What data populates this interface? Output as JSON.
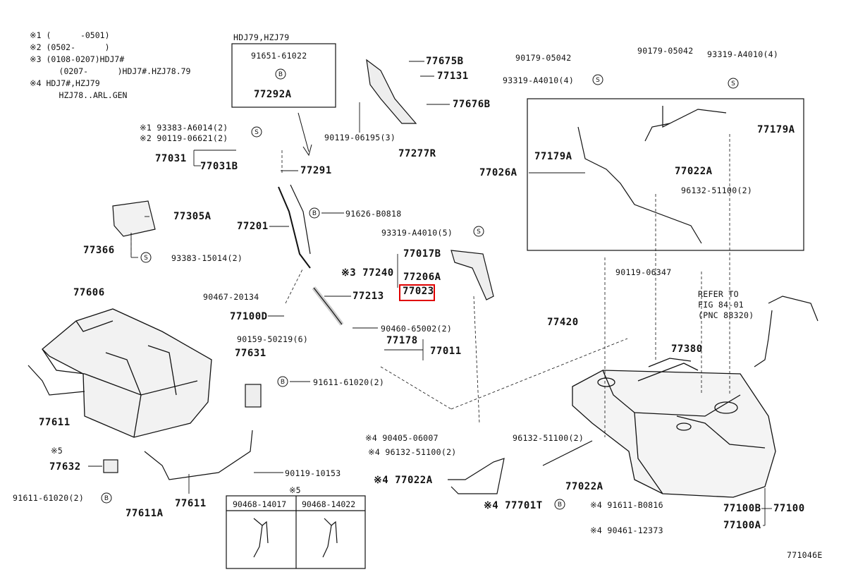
{
  "notes": [
    "※1 (      -0501)",
    "※2 (0502-      )",
    "※3 (0108-0207)HDJ7#",
    "      (0207-      )HDJ7#.HZJ78.79",
    "※4 HDJ7#,HZJ79",
    "      HZJ78..ARL.GEN"
  ],
  "figure_code": "771046E",
  "refer_note": [
    "REFER TO",
    "FIG 84-01",
    "(PNC 88320)"
  ],
  "inset": {
    "title": "HDJ79,HZJ79",
    "part": "91651-61022",
    "label": "77292A"
  },
  "clip_box": {
    "title": "※5",
    "left": "90468-14017",
    "right": "90468-14022"
  },
  "parts": [
    {
      "id": "p1",
      "text": "77675B"
    },
    {
      "id": "p2",
      "text": "77131"
    },
    {
      "id": "p3",
      "text": "77676B"
    },
    {
      "id": "p4",
      "text": "90119-06195(3)"
    },
    {
      "id": "p5",
      "text": "77277R"
    },
    {
      "id": "p6",
      "text": "※1 93383-A6014(2)"
    },
    {
      "id": "p7",
      "text": "※2 90119-06621(2)"
    },
    {
      "id": "p8",
      "text": "77031"
    },
    {
      "id": "p9",
      "text": "77031B"
    },
    {
      "id": "p10",
      "text": "77291"
    },
    {
      "id": "p11",
      "text": "91626-B0818"
    },
    {
      "id": "p12",
      "text": "77305A"
    },
    {
      "id": "p13",
      "text": "77201"
    },
    {
      "id": "p14",
      "text": "77366"
    },
    {
      "id": "p15",
      "text": "93383-15014(2)"
    },
    {
      "id": "p16",
      "text": "93319-A4010(5)"
    },
    {
      "id": "p17",
      "text": "77017B"
    },
    {
      "id": "p18",
      "text": "※3 77240"
    },
    {
      "id": "p19",
      "text": "77206A"
    },
    {
      "id": "p20",
      "text": "77023"
    },
    {
      "id": "p21",
      "text": "77213"
    },
    {
      "id": "p22",
      "text": "90467-20134"
    },
    {
      "id": "p23",
      "text": "77606"
    },
    {
      "id": "p24",
      "text": "77100D"
    },
    {
      "id": "p25",
      "text": "90460-65002(2)"
    },
    {
      "id": "p26",
      "text": "90159-50219(6)"
    },
    {
      "id": "p27",
      "text": "77178"
    },
    {
      "id": "p28",
      "text": "77011"
    },
    {
      "id": "p29",
      "text": "77631"
    },
    {
      "id": "p30",
      "text": "91611-61020(2)"
    },
    {
      "id": "p31",
      "text": "77611"
    },
    {
      "id": "p32",
      "text": "※5"
    },
    {
      "id": "p33",
      "text": "77632"
    },
    {
      "id": "p34",
      "text": "90119-10153"
    },
    {
      "id": "p35",
      "text": "91611-61020(2)"
    },
    {
      "id": "p36",
      "text": "77611A"
    },
    {
      "id": "p37",
      "text": "77611"
    },
    {
      "id": "p38",
      "text": "90179-05042"
    },
    {
      "id": "p39",
      "text": "93319-A4010(4)"
    },
    {
      "id": "p40",
      "text": "90179-05042"
    },
    {
      "id": "p41",
      "text": "93319-A4010(4)"
    },
    {
      "id": "p42",
      "text": "77179A"
    },
    {
      "id": "p43",
      "text": "77179A"
    },
    {
      "id": "p44",
      "text": "77026A"
    },
    {
      "id": "p45",
      "text": "77022A"
    },
    {
      "id": "p46",
      "text": "96132-51100(2)"
    },
    {
      "id": "p47",
      "text": "90119-06347"
    },
    {
      "id": "p48",
      "text": "77420"
    },
    {
      "id": "p49",
      "text": "77380"
    },
    {
      "id": "p50",
      "text": "※4 90405-06007"
    },
    {
      "id": "p51",
      "text": "※4 96132-51100(2)"
    },
    {
      "id": "p52",
      "text": "96132-51100(2)"
    },
    {
      "id": "p53",
      "text": "※4 77022A"
    },
    {
      "id": "p54",
      "text": "77022A"
    },
    {
      "id": "p55",
      "text": "※4 77701T"
    },
    {
      "id": "p56",
      "text": "※4 91611-B0816"
    },
    {
      "id": "p57",
      "text": "※4 90461-12373"
    },
    {
      "id": "p58",
      "text": "77100B"
    },
    {
      "id": "p59",
      "text": "77100"
    },
    {
      "id": "p60",
      "text": "77100A"
    }
  ],
  "highlight_color": "#e00000"
}
